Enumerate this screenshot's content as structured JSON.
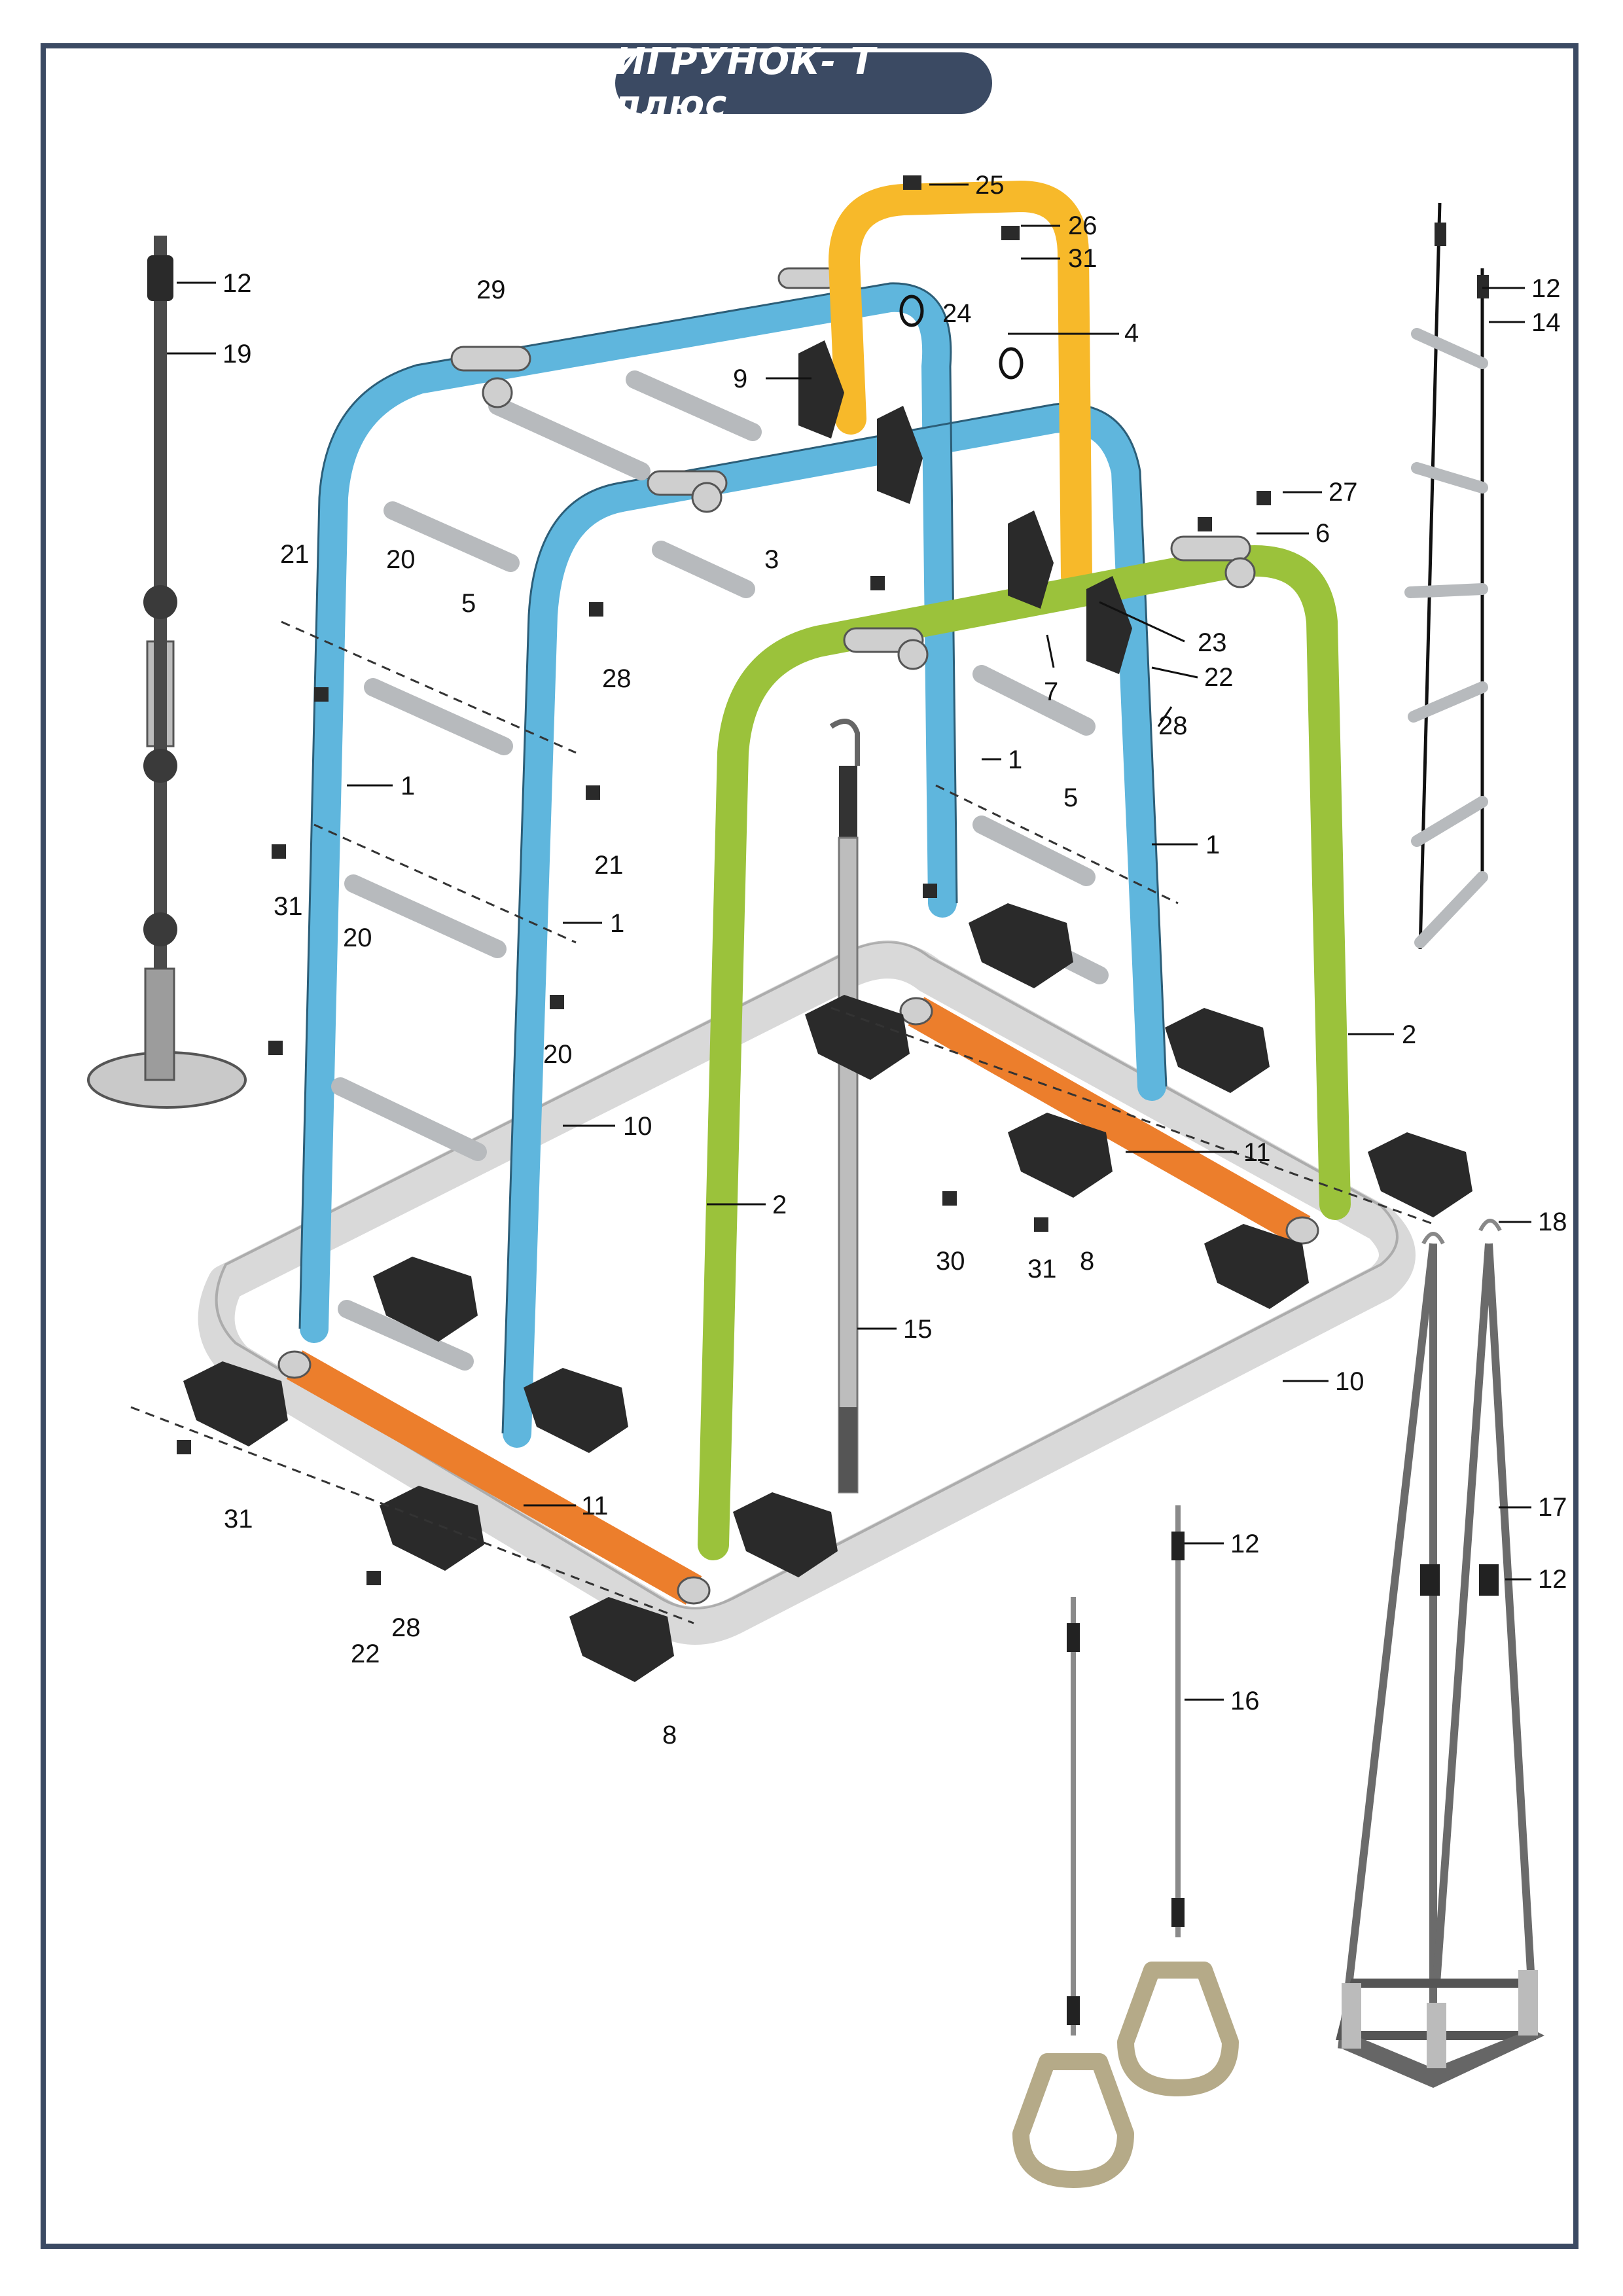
{
  "title": "ИГРУНОК- Т плюс",
  "colors": {
    "frame": "#3b4a63",
    "blue_tube": "#5fb6dd",
    "green_tube": "#9bc23b",
    "yellow_tube": "#f7b92a",
    "orange_tube": "#ec7e2c",
    "base_frame": "#d9d9d9",
    "rung": "#b7babd",
    "bracket": "#2a2a2a",
    "rope": "#4a4a4a"
  },
  "parts": {
    "p1": "1",
    "p2": "2",
    "p3": "3",
    "p4": "4",
    "p5": "5",
    "p6": "6",
    "p7": "7",
    "p8": "8",
    "p9": "9",
    "p10": "10",
    "p11": "11",
    "p12": "12",
    "p14": "14",
    "p15": "15",
    "p16": "16",
    "p17": "17",
    "p18": "18",
    "p19": "19",
    "p20": "20",
    "p21": "21",
    "p22": "22",
    "p23": "23",
    "p24": "24",
    "p25": "25",
    "p26": "26",
    "p27": "27",
    "p28": "28",
    "p29": "29",
    "p30": "30",
    "p31": "31"
  }
}
